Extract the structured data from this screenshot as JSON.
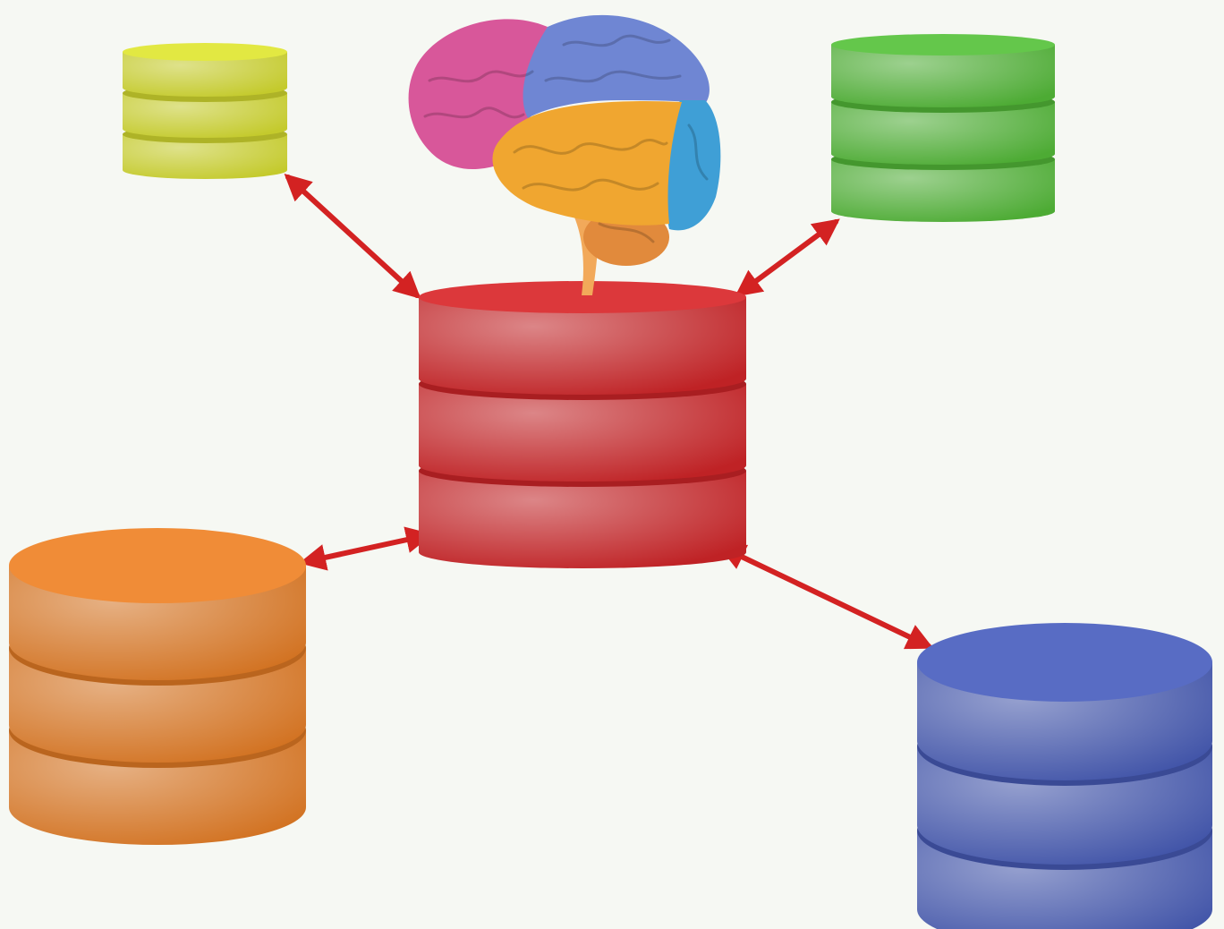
{
  "diagram": {
    "hub": {
      "name": "central-database",
      "color": "#d9272a",
      "layers": 3
    },
    "brain": {
      "lobes": [
        {
          "name": "frontal-lobe",
          "color": "#d8579a"
        },
        {
          "name": "parietal-lobe",
          "color": "#6f86d3"
        },
        {
          "name": "temporal-lobe",
          "color": "#f0a630"
        },
        {
          "name": "occipital-lobe",
          "color": "#3f9fd6"
        },
        {
          "name": "cerebellum",
          "color": "#e18a3c"
        },
        {
          "name": "brain-stem",
          "color": "#f2a95a"
        }
      ]
    },
    "satellites": [
      {
        "name": "yellow-database",
        "color": "#dfe632",
        "layers": 3
      },
      {
        "name": "green-database",
        "color": "#57c23b",
        "layers": 3
      },
      {
        "name": "orange-database",
        "color": "#ef8226",
        "layers": 3
      },
      {
        "name": "blue-database",
        "color": "#4a5fbf",
        "layers": 3
      }
    ],
    "connections": [
      {
        "from": "central-database",
        "to": "yellow-database",
        "arrow": "bidirectional",
        "color": "#d32222"
      },
      {
        "from": "central-database",
        "to": "green-database",
        "arrow": "bidirectional",
        "color": "#d32222"
      },
      {
        "from": "central-database",
        "to": "orange-database",
        "arrow": "bidirectional",
        "color": "#d32222"
      },
      {
        "from": "central-database",
        "to": "blue-database",
        "arrow": "bidirectional",
        "color": "#d32222"
      }
    ]
  }
}
